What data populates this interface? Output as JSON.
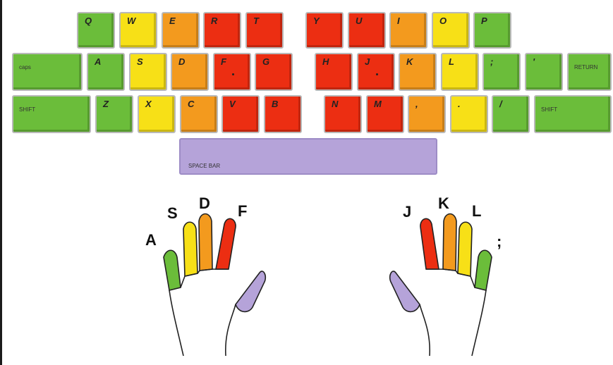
{
  "colors": {
    "pinky": "#6bbd3a",
    "ring": "#f7e017",
    "middle": "#f39a1e",
    "index": "#ec2e12",
    "thumb": "#b5a3d9"
  },
  "keyboard": {
    "rows": [
      [
        {
          "label": "Q",
          "color": "green"
        },
        {
          "label": "W",
          "color": "yellow"
        },
        {
          "label": "E",
          "color": "orange"
        },
        {
          "label": "R",
          "color": "red"
        },
        {
          "label": "T",
          "color": "red"
        },
        {
          "label": "Y",
          "color": "red"
        },
        {
          "label": "U",
          "color": "red"
        },
        {
          "label": "I",
          "color": "orange"
        },
        {
          "label": "O",
          "color": "yellow"
        },
        {
          "label": "P",
          "color": "green"
        }
      ],
      [
        {
          "label": "caps",
          "color": "green"
        },
        {
          "label": "A",
          "color": "green"
        },
        {
          "label": "S",
          "color": "yellow"
        },
        {
          "label": "D",
          "color": "orange"
        },
        {
          "label": "F",
          "color": "red"
        },
        {
          "label": "G",
          "color": "red"
        },
        {
          "label": "H",
          "color": "red"
        },
        {
          "label": "J",
          "color": "red"
        },
        {
          "label": "K",
          "color": "orange"
        },
        {
          "label": "L",
          "color": "yellow"
        },
        {
          "label": ";",
          "color": "green"
        },
        {
          "label": "'",
          "color": "green"
        },
        {
          "label": "RETURN",
          "color": "green"
        }
      ],
      [
        {
          "label": "SHIFT",
          "color": "green"
        },
        {
          "label": "Z",
          "color": "green"
        },
        {
          "label": "X",
          "color": "yellow"
        },
        {
          "label": "C",
          "color": "orange"
        },
        {
          "label": "V",
          "color": "red"
        },
        {
          "label": "B",
          "color": "red"
        },
        {
          "label": "N",
          "color": "red"
        },
        {
          "label": "M",
          "color": "red"
        },
        {
          "label": ",",
          "color": "orange"
        },
        {
          "label": ".",
          "color": "yellow"
        },
        {
          "label": "/",
          "color": "green"
        },
        {
          "label": "SHIFT",
          "color": "green"
        }
      ]
    ],
    "space_label": "SPACE BAR"
  },
  "hands": {
    "left_labels": [
      "A",
      "S",
      "D",
      "F"
    ],
    "right_labels": [
      "J",
      "K",
      "L",
      ";"
    ]
  }
}
